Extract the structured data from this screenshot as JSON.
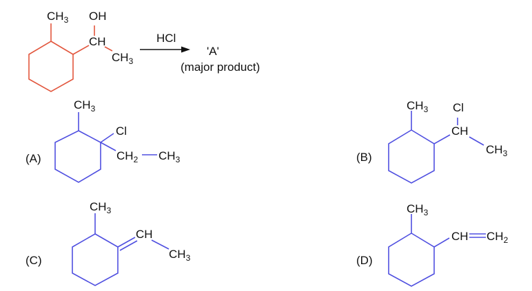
{
  "colors": {
    "reactant": "#e2563d",
    "options": "#4f4fe0"
  },
  "reaction": {
    "reactant": {
      "ch3_main": "CH",
      "ch3_sub": "3",
      "oh": "OH",
      "ch": "CH",
      "ch3b_main": "CH",
      "ch3b_sub": "3"
    },
    "reagent": "HCl",
    "product": "'A'",
    "product_note": "(major product)"
  },
  "options": {
    "A": {
      "label": "(A)",
      "ch3_main": "CH",
      "ch3_sub": "3",
      "cl": "Cl",
      "ch2_main": "CH",
      "ch2_sub": "2",
      "ch3b_main": "CH",
      "ch3b_sub": "3"
    },
    "B": {
      "label": "(B)",
      "ch3_main": "CH",
      "ch3_sub": "3",
      "cl": "Cl",
      "ch": "CH",
      "ch3b_main": "CH",
      "ch3b_sub": "3"
    },
    "C": {
      "label": "(C)",
      "ch3_main": "CH",
      "ch3_sub": "3",
      "ch": "CH",
      "ch3b_main": "CH",
      "ch3b_sub": "3"
    },
    "D": {
      "label": "(D)",
      "ch3_main": "CH",
      "ch3_sub": "3",
      "ch_eq": "CH",
      "ch2_main": "CH",
      "ch2_sub": "2"
    }
  }
}
